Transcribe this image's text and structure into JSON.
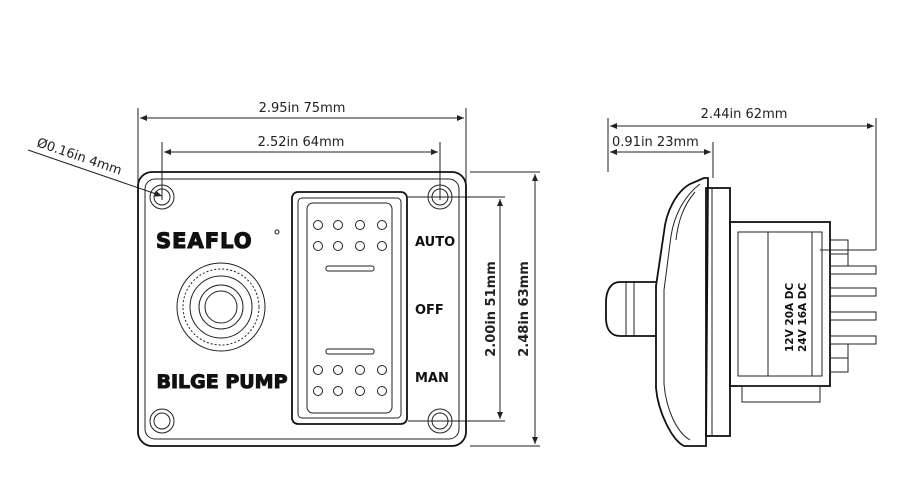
{
  "front_view": {
    "width_overall": "2.95in 75mm",
    "hole_spacing": "2.52in 64mm",
    "hole_diameter": "Ø0.16in 4mm",
    "height_switch": "2.00in 51mm",
    "height_overall": "2.48in 63mm",
    "brand": "SEAFLO",
    "panel_label": "BILGE PUMP",
    "positions": [
      "AUTO",
      "OFF",
      "MAN"
    ]
  },
  "side_view": {
    "depth_overall": "2.44in 62mm",
    "depth_front": "0.91in 23mm",
    "rating_line1": "12V 20A DC",
    "rating_line2": "24V 16A DC"
  }
}
